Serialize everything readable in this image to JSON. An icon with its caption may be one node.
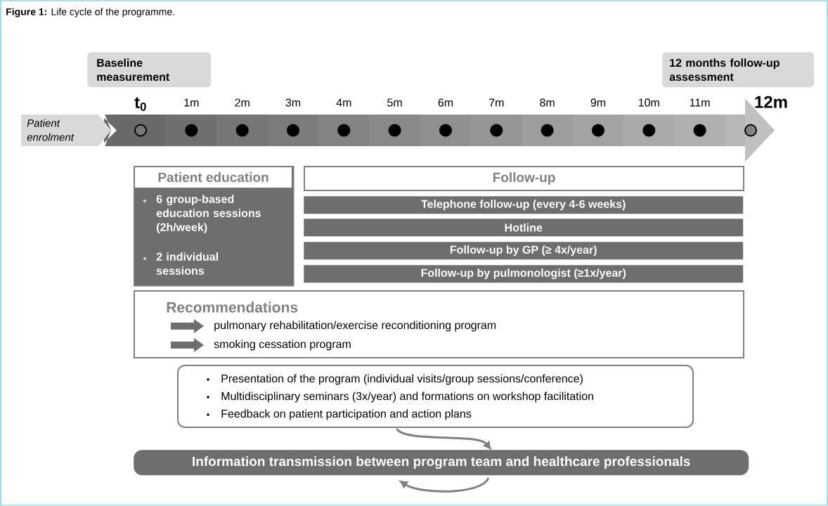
{
  "diagram": {
    "title": "**Figure 1:** Life cycle of the programme.",
    "nodes": [
      {
        "text": [
          "Baseline measurement"
        ]
      },
      {
        "text": [
          "12 months follow-up assessment"
        ]
      },
      {
        "text": [
          "Patient enrolment"
        ]
      },
      {
        "text": [
          "Patient education",
          "6 group-based education sessions (2h/week)",
          "2 individual sessions"
        ]
      },
      {
        "text": [
          "Follow-up"
        ]
      },
      {
        "text": [
          "Telephone follow-up (every 4-6 weeks)"
        ]
      },
      {
        "text": [
          "Hotline"
        ]
      },
      {
        "text": [
          "Follow-up by GP (≥ 4x/year)"
        ]
      },
      {
        "text": [
          "Follow-up by pulmonologist (≥1x/year)"
        ]
      },
      {
        "text": [
          "Recommendations",
          "pulmonary rehabilitation/exercise reconditioning program",
          "smoking cessation program"
        ]
      },
      {
        "text": [
          "Presentation of the program (individual visits/group sessions/conference)",
          "Multidisciplinary seminars (3x/year) and formations on workshop facilitation",
          "Feedback on patient participation and action plans"
        ]
      },
      {
        "text": [
          "Information transmission between program team and healthcare professionals"
        ]
      }
    ],
    "edges": [
      {
        "from": 10,
        "to": 11,
        "arrow": "to"
      }
    ],
    "labels": [
      "t$_{0}$",
      "1m",
      "2m",
      "3m",
      "4m",
      "5m",
      "6m",
      "7m",
      "8m",
      "9m",
      "10m",
      "11m",
      "12m"
    ]
  }
}
